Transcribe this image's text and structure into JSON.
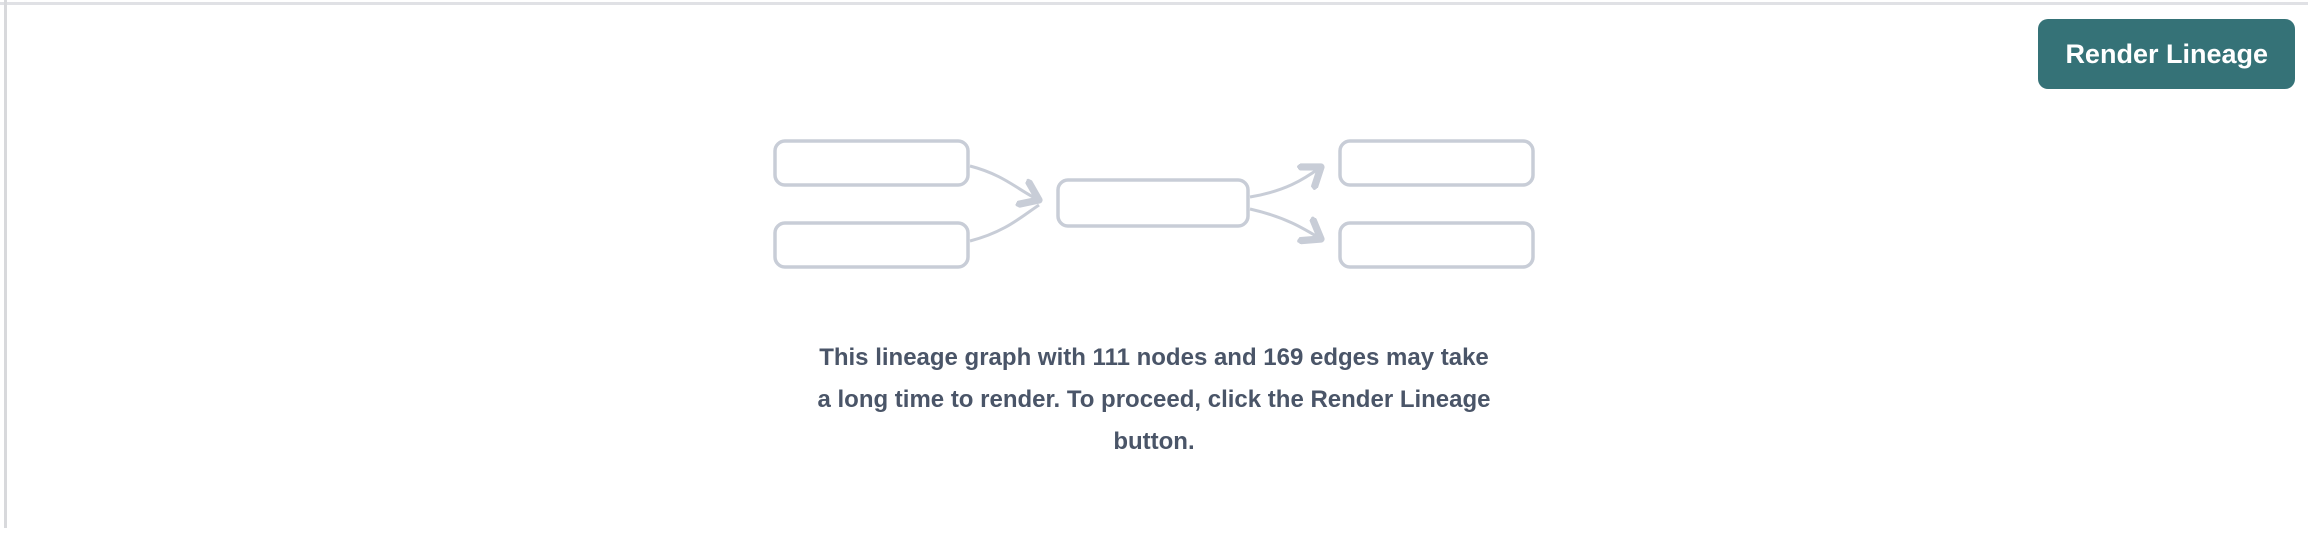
{
  "page": {
    "background": "#ffffff",
    "top_border_color": "#e0e1e5",
    "left_border_color": "#d8d9dc"
  },
  "toolbar": {
    "render_button": {
      "label": "Render Lineage",
      "background": "#357277",
      "text_color": "#ffffff"
    }
  },
  "empty_state": {
    "illustration": {
      "description": "placeholder lineage diagram: two upstream nodes feeding one central node feeding two downstream nodes",
      "stroke_color": "#c8cdd7",
      "node_fill": "#ffffff"
    },
    "node_count": 111,
    "edge_count": 169,
    "message_color": "#4a5568",
    "message_text": "This lineage graph with 111 nodes and 169 edges may take a long time to render. To proceed, click the Render Lineage button.",
    "message_lines": [
      "This lineage graph with 111 nodes and 169 edges may take",
      "a long time to render. To proceed, click the Render Lineage",
      "button."
    ]
  }
}
